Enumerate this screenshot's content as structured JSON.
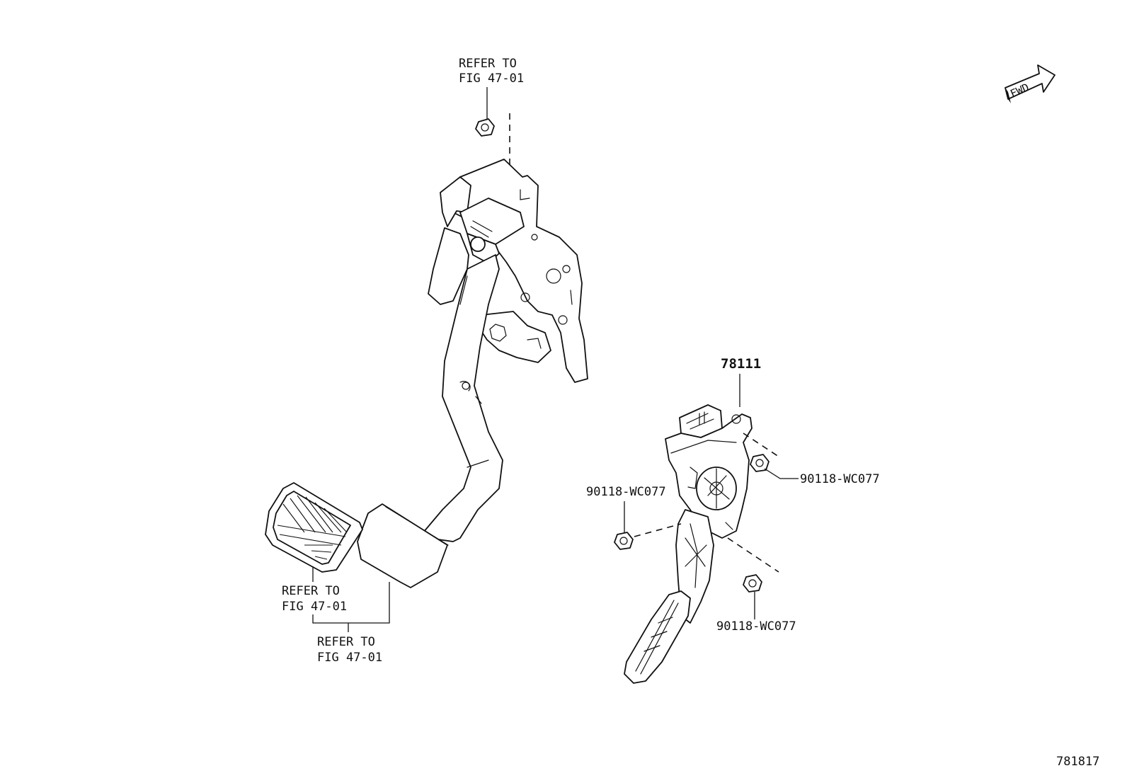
{
  "labels": {
    "refer_top": [
      "REFER TO",
      "FIG 47-01"
    ],
    "refer_pad_left": [
      "REFER TO",
      "FIG 47-01"
    ],
    "refer_pad_bottom": [
      "REFER TO",
      "FIG 47-01"
    ],
    "part_accel_pedal": "78111",
    "nut_right": "90118-WC077",
    "nut_left": "90118-WC077",
    "nut_bottom": "90118-WC077",
    "fwd_marker": "FWD",
    "diagram_number": "781817"
  }
}
